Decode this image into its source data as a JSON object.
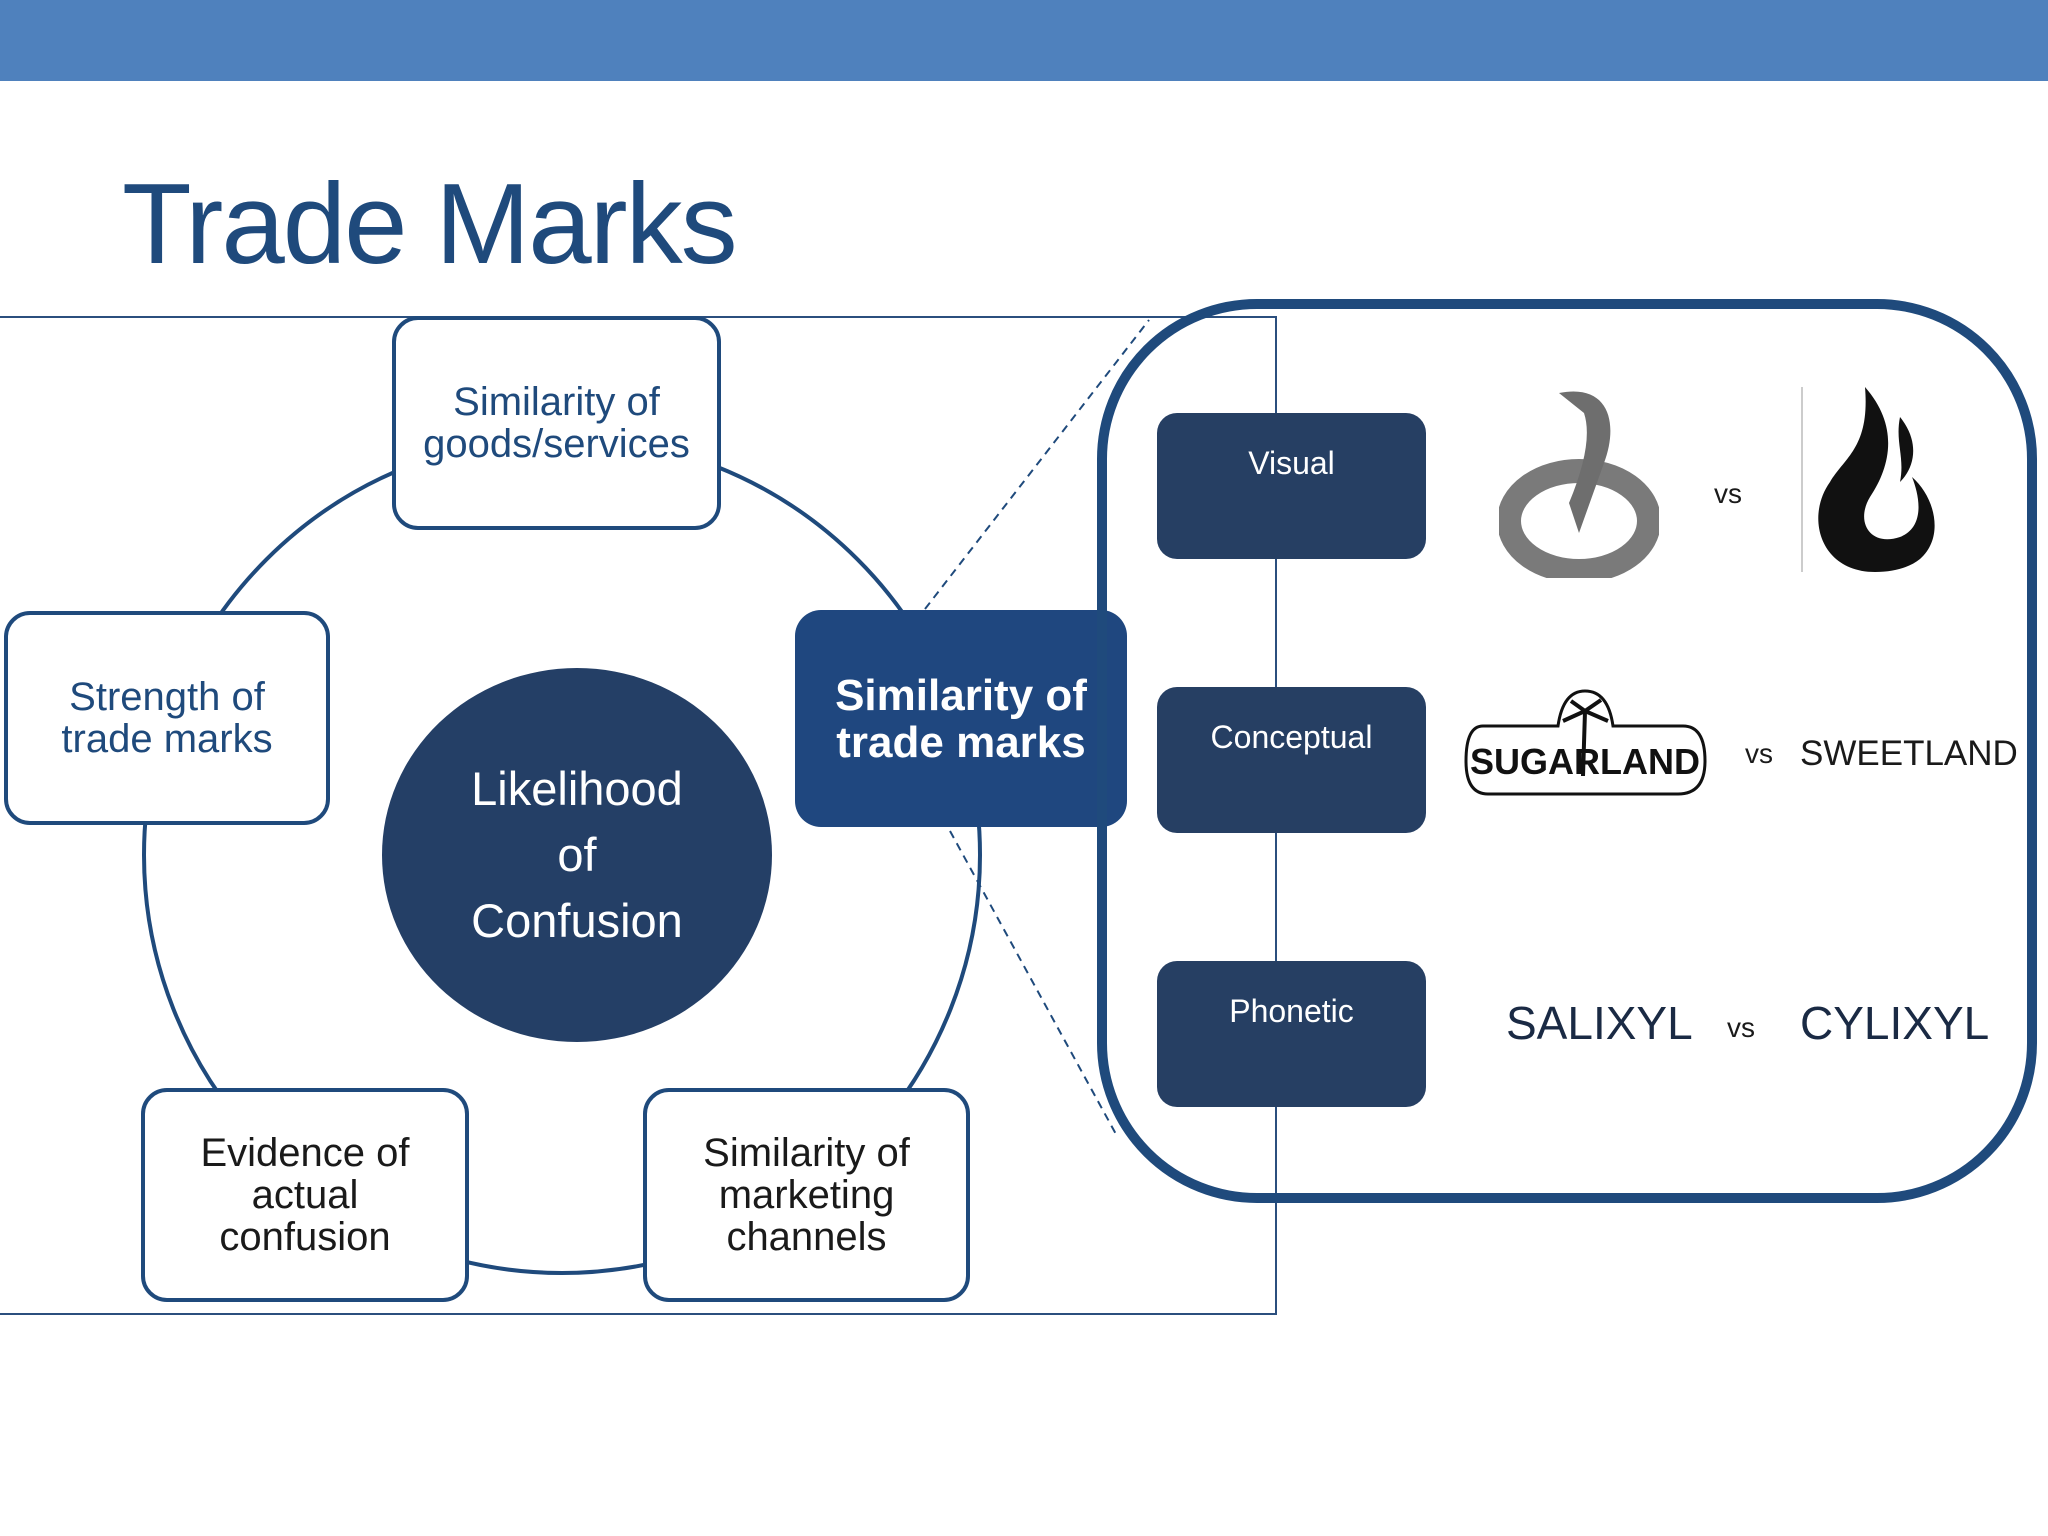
{
  "header": {
    "title": "Trade Marks",
    "accent_color": "#4f81bd"
  },
  "diagram": {
    "center": {
      "line1": "Likelihood",
      "line2": "of",
      "line3": "Confusion"
    },
    "factors": [
      {
        "label": "Similarity of goods/services"
      },
      {
        "label": "Strength of trade marks"
      },
      {
        "label": "Similarity of trade marks"
      },
      {
        "label": "Evidence of actual confusion"
      },
      {
        "label": "Similarity of marketing channels"
      }
    ]
  },
  "panel": {
    "rows": [
      {
        "label": "Visual",
        "left_icon": "antelope-circle-logo",
        "vs": "vs",
        "right_icon": "flame-logo"
      },
      {
        "label": "Conceptual",
        "left_logo_text": "SUGARLAND",
        "left_icon": "palm-tree-logo",
        "vs": "vs",
        "right": "SWEETLAND"
      },
      {
        "label": "Phonetic",
        "left": "SALIXYL",
        "vs": "vs",
        "right": "CYLIXYL"
      }
    ]
  }
}
